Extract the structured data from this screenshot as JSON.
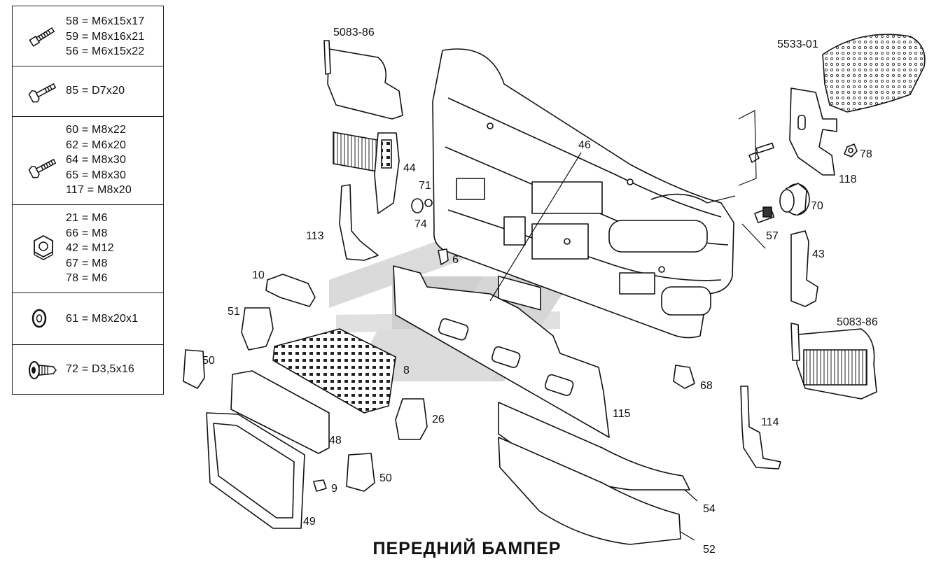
{
  "title": "ПЕРЕДНИЙ БАМПЕР",
  "legend": [
    {
      "icon": "bolt-long-icon",
      "specs": [
        "58 = M6x15x17",
        "59 = M8x16x21",
        "56 = M6x15x22"
      ]
    },
    {
      "icon": "hex-bolt-icon",
      "specs": [
        "85 = D7x20"
      ]
    },
    {
      "icon": "hex-bolt-icon",
      "specs": [
        "60 = M8x22",
        "62 = M6x20",
        "64 = M8x30",
        "65 = M8x30",
        "117 = M8x20"
      ]
    },
    {
      "icon": "hex-nut-icon",
      "specs": [
        "21 = M6",
        "66 = M8",
        "42 = M12",
        "67 = M8",
        "78 = M6"
      ]
    },
    {
      "icon": "washer-icon",
      "specs": [
        "61 = M8x20x1"
      ]
    },
    {
      "icon": "plastic-rivet-icon",
      "specs": [
        "72 = D3,5x16"
      ]
    }
  ],
  "callouts": [
    {
      "id": "5083-86-left",
      "text": "5083-86"
    },
    {
      "id": "5533-01",
      "text": "5533-01"
    },
    {
      "id": "46",
      "text": "46"
    },
    {
      "id": "44",
      "text": "44"
    },
    {
      "id": "71",
      "text": "71"
    },
    {
      "id": "74",
      "text": "74"
    },
    {
      "id": "113",
      "text": "113"
    },
    {
      "id": "6",
      "text": "6"
    },
    {
      "id": "10",
      "text": "10"
    },
    {
      "id": "51",
      "text": "51"
    },
    {
      "id": "50-left",
      "text": "50"
    },
    {
      "id": "8",
      "text": "8"
    },
    {
      "id": "26",
      "text": "26"
    },
    {
      "id": "48",
      "text": "48"
    },
    {
      "id": "50-bottom",
      "text": "50"
    },
    {
      "id": "9",
      "text": "9"
    },
    {
      "id": "49",
      "text": "49"
    },
    {
      "id": "115",
      "text": "115"
    },
    {
      "id": "54",
      "text": "54"
    },
    {
      "id": "52",
      "text": "52"
    },
    {
      "id": "68",
      "text": "68"
    },
    {
      "id": "114",
      "text": "114"
    },
    {
      "id": "5083-86-right",
      "text": "5083-86"
    },
    {
      "id": "43",
      "text": "43"
    },
    {
      "id": "57",
      "text": "57"
    },
    {
      "id": "70",
      "text": "70"
    },
    {
      "id": "118",
      "text": "118"
    },
    {
      "id": "78",
      "text": "78"
    }
  ]
}
